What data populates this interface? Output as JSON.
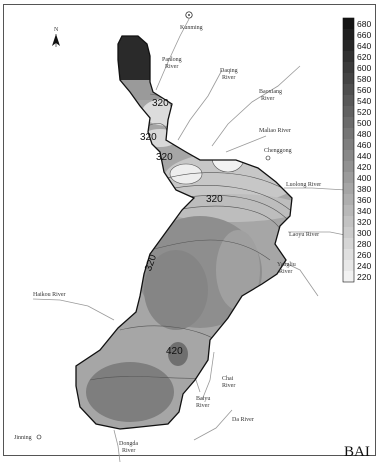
{
  "north": "N",
  "places": [
    {
      "id": "kunming",
      "text": "Kunming"
    },
    {
      "id": "panlong-1",
      "text": "Panlong"
    },
    {
      "id": "panlong-2",
      "text": "River"
    },
    {
      "id": "daqing-1",
      "text": "Daqing"
    },
    {
      "id": "daqing-2",
      "text": "River"
    },
    {
      "id": "baoxiang-1",
      "text": "Baoxiang"
    },
    {
      "id": "baoxiang-2",
      "text": "River"
    },
    {
      "id": "maliao",
      "text": "Maliao River"
    },
    {
      "id": "chenggong",
      "text": "Chenggong"
    },
    {
      "id": "luolong",
      "text": "Luolong River"
    },
    {
      "id": "laoyu",
      "text": "Laoyu River"
    },
    {
      "id": "yangliu-1",
      "text": "Yangliu"
    },
    {
      "id": "yangliu-2",
      "text": "River"
    },
    {
      "id": "haikou",
      "text": "Haikou River"
    },
    {
      "id": "chai-1",
      "text": "Chai"
    },
    {
      "id": "chai-2",
      "text": "River"
    },
    {
      "id": "baiyu-1",
      "text": "Baiyu"
    },
    {
      "id": "baiyu-2",
      "text": "River"
    },
    {
      "id": "da",
      "text": "Da River"
    },
    {
      "id": "jinning",
      "text": "Jinning"
    },
    {
      "id": "dongda-1",
      "text": "Dongda"
    },
    {
      "id": "dongda-2",
      "text": "River"
    }
  ],
  "contour_labels": [
    "320",
    "320",
    "320",
    "320",
    "320",
    "420"
  ],
  "colorbar": {
    "min": 220,
    "max": 680,
    "step": 20,
    "ticks": [
      "680",
      "660",
      "640",
      "620",
      "600",
      "580",
      "560",
      "540",
      "520",
      "500",
      "480",
      "460",
      "440",
      "420",
      "400",
      "380",
      "360",
      "340",
      "320",
      "300",
      "280",
      "260",
      "240",
      "220"
    ]
  },
  "cutoff_text": "BAI",
  "colors": {
    "low": "#f2f2f2",
    "high": "#141414",
    "outline": "#111111"
  }
}
